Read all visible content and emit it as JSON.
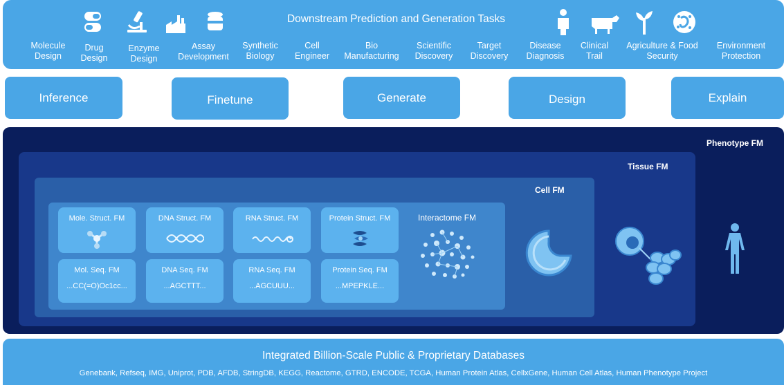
{
  "top": {
    "title": "Downstream Prediction and Generation Tasks",
    "tasks": [
      [
        "Molecule",
        "Design"
      ],
      [
        "Drug",
        "Design"
      ],
      [
        "Enzyme",
        "Design"
      ],
      [
        "Assay",
        "Development"
      ],
      [
        "Synthetic",
        "Biology"
      ],
      [
        "Cell",
        "Engineer"
      ],
      [
        "Bio",
        "Manufacturing"
      ],
      [
        "Scientific",
        "Discovery"
      ],
      [
        "Target",
        "Discovery"
      ],
      [
        "Disease",
        "Diagnosis"
      ],
      [
        "Clinical",
        "Trail"
      ],
      [
        "Agriculture & Food",
        "Security"
      ],
      [
        "Environment",
        "Protection"
      ]
    ],
    "icons": [
      "capsule-icon",
      "microscope-icon",
      "factory-icon",
      "food-can-icon",
      "person-icon",
      "cow-icon",
      "plant-icon",
      "bacteria-icon"
    ]
  },
  "operations": [
    "Inference",
    "Finetune",
    "Generate",
    "Design",
    "Explain"
  ],
  "levels": {
    "phenotype": "Phenotype FM",
    "tissue": "Tissue FM",
    "cell": "Cell FM",
    "interactome": "Interactome FM"
  },
  "structure_models": [
    {
      "label": "Mole. Struct. FM",
      "icon": "molecule-icon"
    },
    {
      "label": "DNA Struct. FM",
      "icon": "dna-helix-icon"
    },
    {
      "label": "RNA Struct. FM",
      "icon": "rna-strand-icon"
    },
    {
      "label": "Protein Struct. FM",
      "icon": "protein-fold-icon"
    }
  ],
  "sequence_models": [
    {
      "label": "Mol. Seq. FM",
      "seq": "...CC(=O)Oc1cc..."
    },
    {
      "label": "DNA Seq. FM",
      "seq": "...AGCTTT..."
    },
    {
      "label": "RNA Seq. FM",
      "seq": "...AGCUUU..."
    },
    {
      "label": "Protein Seq. FM",
      "seq": "...MPEPKLE..."
    }
  ],
  "bottom": {
    "title": "Integrated Billion-Scale Public & Proprietary Databases",
    "sources": "Genebank, Refseq, IMG, Uniprot, PDB, AFDB, StringDB, KEGG, Reactome, GTRD, ENCODE, TCGA, Human Protein Atlas, CellxGene, Human Cell Atlas, Human Phenotype Project"
  },
  "colors": {
    "banner": "#4aa6e6",
    "phenotype_bg": "#0a1e5c",
    "tissue_bg": "#18388a",
    "cell_bg": "#2a5fa8",
    "interactome_bg": "#3f86cc",
    "fm_box": "#5cb2ee"
  }
}
